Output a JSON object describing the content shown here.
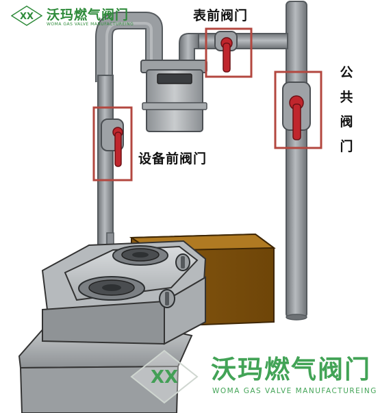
{
  "labels": {
    "meter_valve": "表前阀门",
    "device_valve": "设备前阀门",
    "public_valve": [
      "公",
      "共",
      "阀",
      "门"
    ]
  },
  "watermark": {
    "brand": "沃玛燃气阀门",
    "subtitle": "WOMA  GAS  VALVE  MANUFACTUREING"
  },
  "colors": {
    "pipe": "#8d9196",
    "valve_handle": "#c0262d",
    "highlight_box": "#b3473f",
    "brand_green": "#2e9a44"
  }
}
